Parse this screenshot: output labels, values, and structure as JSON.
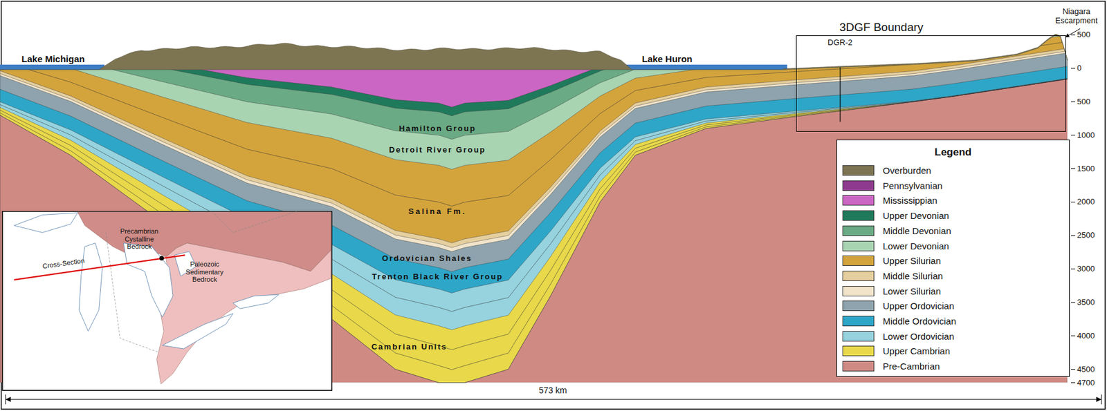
{
  "diagram": {
    "nodes": [
      {
        "text": [
          "3DGF Boundary"
        ]
      }
    ],
    "labels": [
      "Lake Michigan",
      "Lake Huron",
      "Niagara Escarpment",
      "DGR-2",
      "Hamilton Group",
      "Detroit River Group",
      "Salina Fm.",
      "Ordovician Shales",
      "Trenton Black River Group",
      "Cambrian Units",
      "Legend",
      "500",
      "0",
      "500",
      "1000",
      "1500",
      "2000",
      "2500",
      "3000",
      "3500",
      "4000",
      "4500",
      "4700",
      "573 km",
      "Precambrian Cystalline Bedrock",
      "Cross-Section",
      "Paleozoic Sedimentary Bedrock"
    ],
    "legend": [
      {
        "text": "Overburden",
        "color": "#7d7452"
      },
      {
        "text": "Pennsylvanian",
        "color": "#8e3a8e"
      },
      {
        "text": "Mississippian",
        "color": "#cc66c4"
      },
      {
        "text": "Upper Devonian",
        "color": "#1f7a5c"
      },
      {
        "text": "Middle Devonian",
        "color": "#6aaa84"
      },
      {
        "text": "Lower Devonian",
        "color": "#a8d4b2"
      },
      {
        "text": "Upper Silurian",
        "color": "#d4a43c"
      },
      {
        "text": "Middle Silurian",
        "color": "#e5cf9f"
      },
      {
        "text": "Lower Silurian",
        "color": "#f1e4cb"
      },
      {
        "text": "Upper Ordovician",
        "color": "#8ea3ad"
      },
      {
        "text": "Middle Ordovician",
        "color": "#2ea6c8"
      },
      {
        "text": "Lower Ordovician",
        "color": "#96d3df"
      },
      {
        "text": "Upper Cambrian",
        "color": "#e8d84a"
      },
      {
        "text": "Pre-Cambrian",
        "color": "#d08a84"
      }
    ]
  }
}
